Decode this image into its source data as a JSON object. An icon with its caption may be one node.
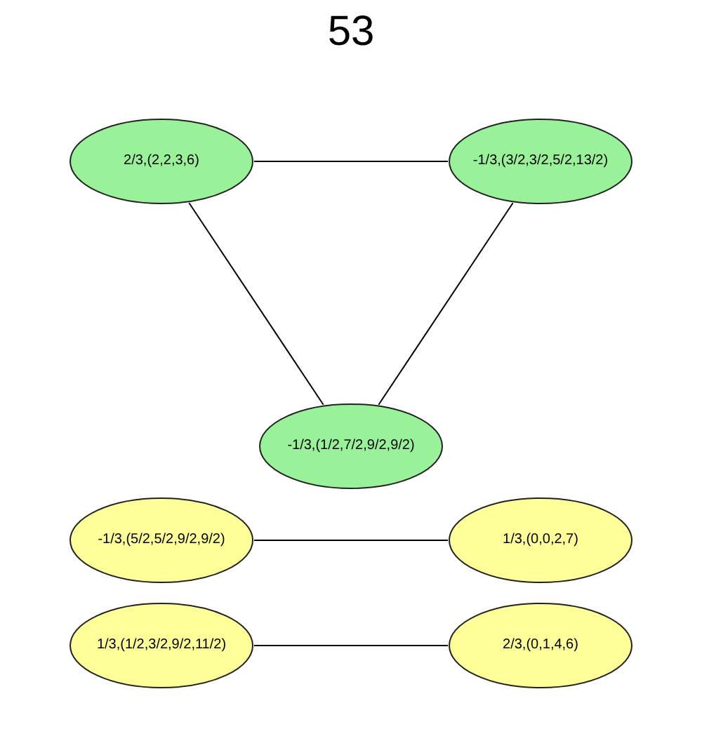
{
  "diagram": {
    "title": "53",
    "nodes": [
      {
        "text": [
          "2/3,(2,2,3,6)"
        ]
      },
      {
        "text": [
          "-1/3,(3/2,3/2,5/2,13/2)"
        ]
      },
      {
        "text": [
          "-1/3,(1/2,7/2,9/2,9/2)"
        ]
      },
      {
        "text": [
          "-1/3,(5/2,5/2,9/2,9/2)"
        ]
      },
      {
        "text": [
          "1/3,(0,0,2,7)"
        ]
      },
      {
        "text": [
          "1/3,(1/2,3/2,9/2,11/2)"
        ]
      },
      {
        "text": [
          "2/3,(0,1,4,6)"
        ]
      }
    ],
    "edges": [
      {
        "from": 0,
        "to": 1,
        "arrow": "none"
      },
      {
        "from": 0,
        "to": 2,
        "arrow": "none"
      },
      {
        "from": 1,
        "to": 2,
        "arrow": "none"
      },
      {
        "from": 3,
        "to": 4,
        "arrow": "none"
      },
      {
        "from": 5,
        "to": 6,
        "arrow": "none"
      }
    ]
  }
}
